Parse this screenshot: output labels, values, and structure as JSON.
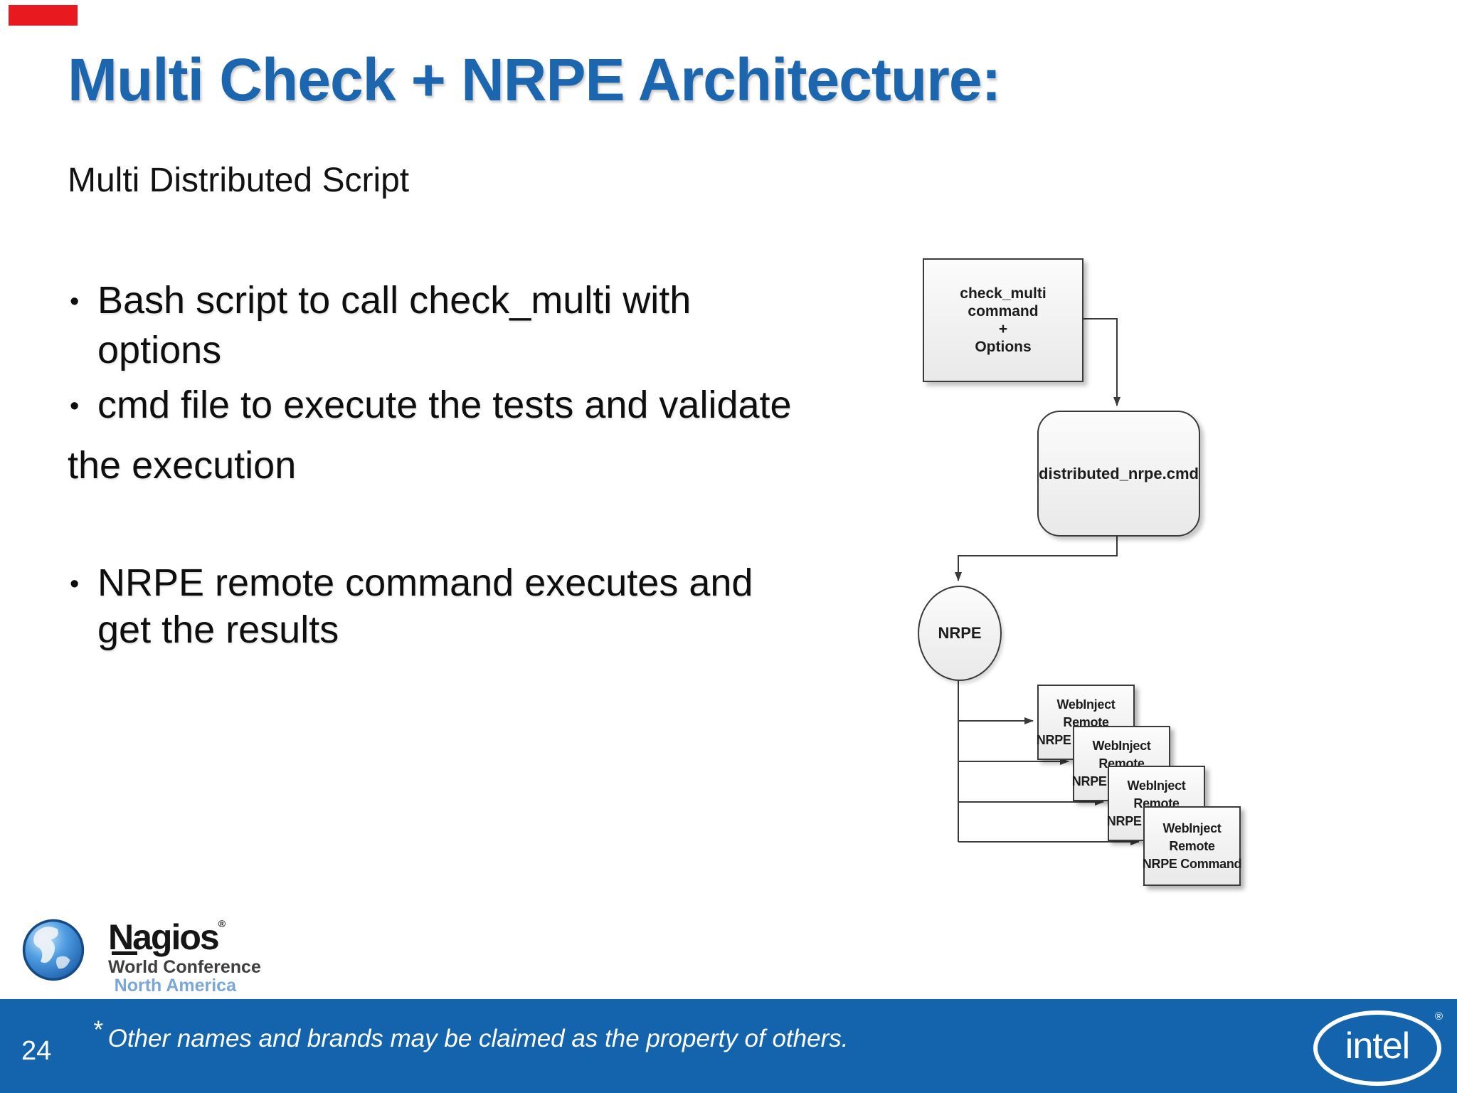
{
  "slide": {
    "title": "Multi Check + NRPE Architecture:",
    "subtitle": "Multi Distributed Script",
    "bullet_glyph": "•",
    "bullets": [
      {
        "line1": "Bash script to call check_multi with",
        "line2": "options"
      },
      {
        "line1": "cmd file to execute the tests and validate",
        "line2": "the execution"
      },
      {
        "line1": "NRPE remote command executes and",
        "line2": "get the results"
      }
    ]
  },
  "diagram": {
    "check_multi_box": {
      "line1": "check_multi command",
      "line2": "+",
      "line3": "Options"
    },
    "distributed_box": {
      "label": "distributed_nrpe.cmd"
    },
    "nrpe_circle": {
      "label": "NRPE"
    },
    "webinject_box": {
      "line1": "WebInject",
      "line2": "Remote",
      "line3": "NRPE Command"
    }
  },
  "logos": {
    "nagios": {
      "wordmark": "Nagios",
      "registered": "®",
      "subtitle": "World Conference",
      "region": "North America"
    },
    "intel": {
      "wordmark": "intel",
      "registered": "®"
    }
  },
  "footer": {
    "page_number": "24",
    "footnote_marker": "*",
    "footnote_text": "Other names and brands may be claimed as the property of others."
  },
  "colors": {
    "title_blue": "#1b66ae",
    "footer_blue": "#1463ad",
    "marker_red": "#e8191f",
    "north_america_blue": "#7aa6d8",
    "diagram_line": "#3a3a3a"
  }
}
